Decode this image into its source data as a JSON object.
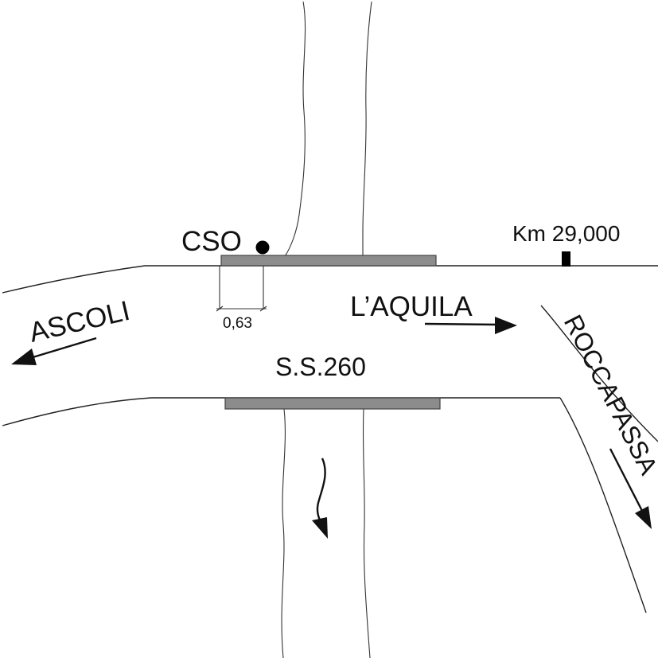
{
  "labels": {
    "ascoli": "ASCOLI",
    "laquila": "L’AQUILA",
    "ss260": "S.S.260",
    "roccapassa": "ROCCAPASSA",
    "cso": "CSO",
    "km": "Km 29,000",
    "dimension": "0,63"
  },
  "colors": {
    "line": "#222222",
    "bridge": "#8c8c8c",
    "bridge_stroke": "#444444",
    "marker": "#000000"
  }
}
